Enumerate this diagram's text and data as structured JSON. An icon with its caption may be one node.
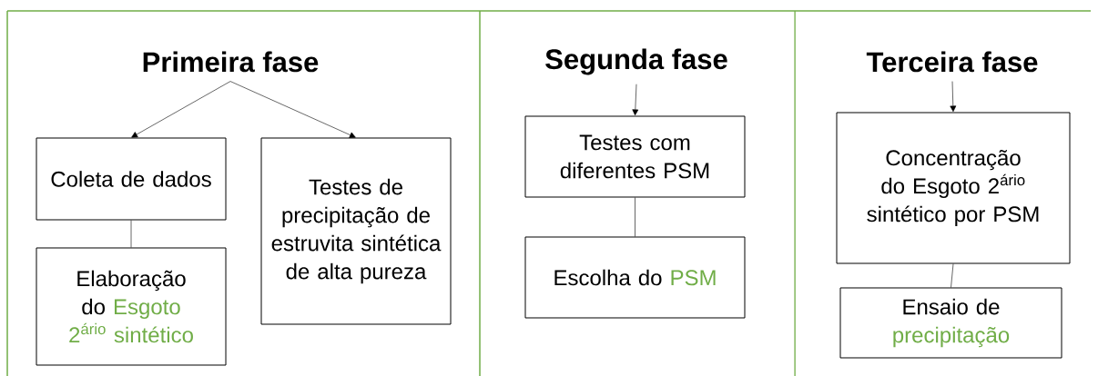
{
  "diagram": {
    "nodes": [
      {
        "text": [
          "Primeira fase"
        ]
      },
      {
        "text": [
          "Coleta de dados"
        ]
      },
      {
        "text": [
          "Testes de precipitação de estruvita sintética de alta pureza"
        ]
      },
      {
        "text": [
          "Elaboração do **Esgoto 2$^{ário}$ sintético**"
        ]
      },
      {
        "text": [
          "Segunda fase"
        ]
      },
      {
        "text": [
          "Testes com diferentes PSM"
        ]
      },
      {
        "text": [
          "Escolha do **PSM**"
        ]
      },
      {
        "text": [
          "Terceira fase"
        ]
      },
      {
        "text": [
          "Concentração do Esgoto 2$^{ário}$ sintético por PSM"
        ]
      },
      {
        "text": [
          "Ensaio de **precipitação**"
        ]
      }
    ],
    "edges": [
      {
        "from": 0,
        "to": 1,
        "arrow": "to"
      },
      {
        "from": 0,
        "to": 2,
        "arrow": "to"
      },
      {
        "from": 1,
        "to": 3,
        "arrow": "none"
      },
      {
        "from": 4,
        "to": 5,
        "arrow": "to"
      },
      {
        "from": 5,
        "to": 6,
        "arrow": "none"
      },
      {
        "from": 7,
        "to": 8,
        "arrow": "to"
      },
      {
        "from": 8,
        "to": 9,
        "arrow": "none"
      }
    ]
  }
}
